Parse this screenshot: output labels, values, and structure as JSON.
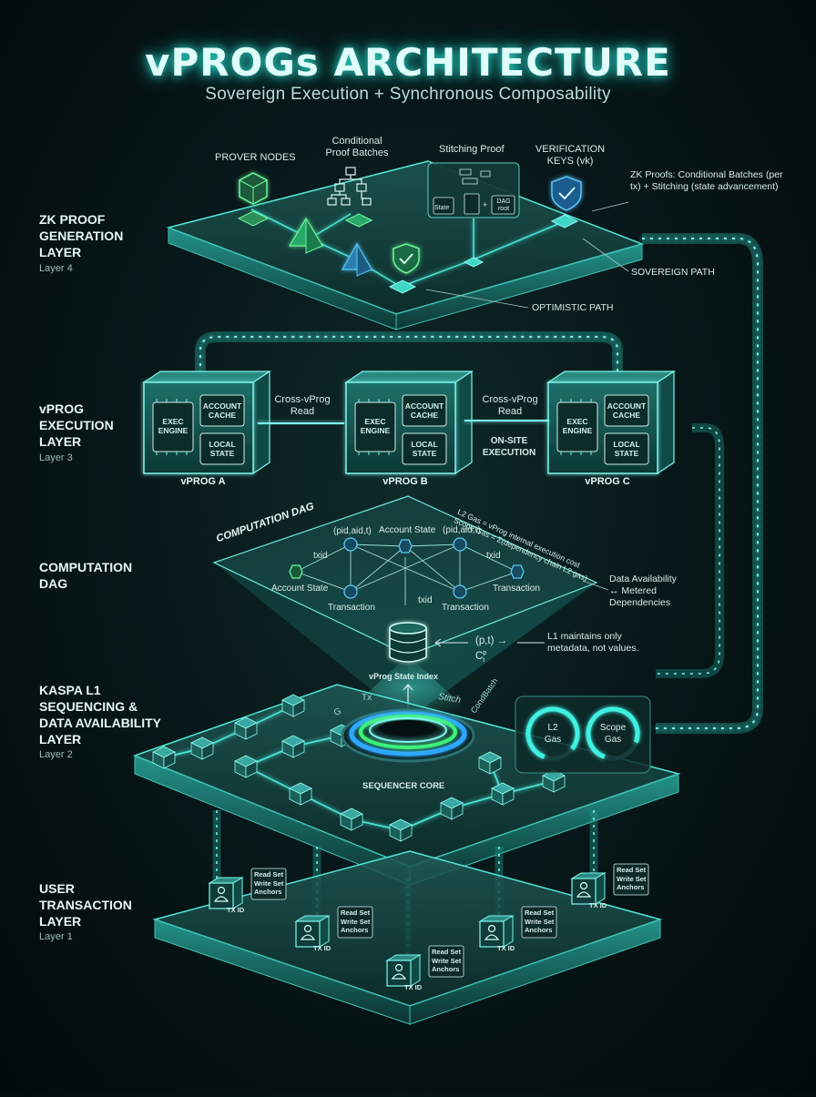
{
  "title": "vPROGs ARCHITECTURE",
  "subtitle": "Sovereign Execution + Synchronous Composability",
  "layers": [
    {
      "label": "ZK PROOF\nGENERATION\nLAYER",
      "num": "Layer 4"
    },
    {
      "label": "vPROG\nEXECUTION\nLAYER",
      "num": "Layer 3"
    },
    {
      "label": "COMPUTATION\nDAG",
      "num": ""
    },
    {
      "label": "KASPA L1\nSEQUENCING &\nDATA AVAILABILITY\nLAYER",
      "num": "Layer 2"
    },
    {
      "label": "USER\nTRANSACTION\nLAYER",
      "num": "Layer 1"
    }
  ],
  "zk": {
    "prover_nodes": "PROVER NODES",
    "conditional_batches": "Conditional\nProof Batches",
    "stitching_proof": "Stitching Proof",
    "verification_keys": "VERIFICATION\nKEYS (vk)",
    "stitch_box": {
      "state": "State",
      "plus": "+",
      "dag_root": "DAG\nroot"
    },
    "zk_note": "ZK Proofs: Conditional Batches (per\ntx) + Stitching (state advancement)",
    "sovereign_path": "SOVEREIGN PATH",
    "optimistic_path": "OPTIMISTIC PATH"
  },
  "vprogs": {
    "nodes": [
      {
        "name": "vPROG A"
      },
      {
        "name": "vPROG B"
      },
      {
        "name": "vPROG C"
      }
    ],
    "exec_engine": "EXEC\nENGINE",
    "account_cache": "ACCOUNT\nCACHE",
    "local_state": "LOCAL\nSTATE",
    "cross_read": "Cross-vProg\nRead",
    "onsite": "ON-SITE\nEXECUTION"
  },
  "dag": {
    "title": "COMPUTATION DAG",
    "gas_note": "L2 Gas = vProg internal execution cost\nScope Gas = Σ(dependency chain L2 gas)",
    "labels": {
      "account_state_top": "Account State",
      "pid_left": "(pid,aid,t)",
      "pid_right": "(pid,aid,t)",
      "txid_left": "txid",
      "txid_right": "txid",
      "account_state_left": "Account State",
      "transaction_right": "Transaction",
      "transaction_mid_left": "Transaction",
      "txid_mid": "txid",
      "transaction_mid_right": "Transaction"
    },
    "da_note": "Data Availability\n↔ Metered\nDependencies",
    "state_index": "vProg State Index",
    "formula": "(p,t) → C",
    "formula_sup": "p",
    "formula_sub": "t",
    "l1_note": "L1 maintains only\nmetadata, not values."
  },
  "l1": {
    "sequencer_core": "SEQUENCER CORE",
    "ring_labels": [
      "G",
      "Tx",
      "Stitch",
      "CondBatch"
    ],
    "gauges": [
      {
        "label": "L2\nGas",
        "level": 0.8
      },
      {
        "label": "Scope\nGas",
        "level": 0.75
      }
    ]
  },
  "user": {
    "tx_id": "TX ID",
    "tags": "Read Set\nWrite Set\nAnchors"
  },
  "colors": {
    "accent": "#33e0d0",
    "accent_dim": "#1a7f78",
    "green": "#56e07a",
    "blue": "#3aa6e6"
  }
}
